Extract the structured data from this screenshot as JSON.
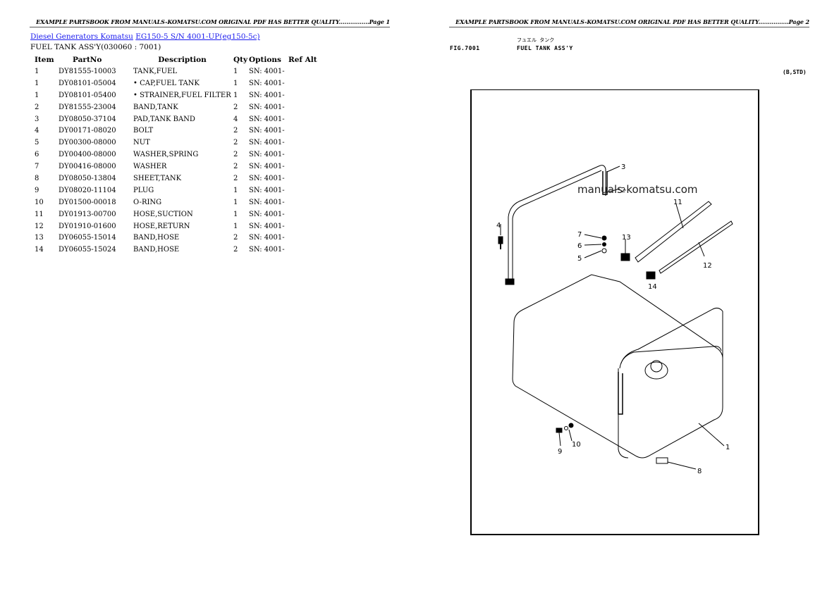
{
  "page1": {
    "header": "EXAMPLE PARTSBOOK FROM MANUALS-KOMATSU.COM ORIGINAL PDF HAS BETTER QUALITY................Page 1",
    "breadcrumb": {
      "link1": "Diesel Generators Komatsu",
      "link2": "EG150-5 S/N 4001-UP(eg150-5c)"
    },
    "subtitle": "FUEL TANK ASS'Y(030060 : 7001)",
    "table": {
      "headers": {
        "item": "Item",
        "partno": "PartNo",
        "description": "Description",
        "qty": "Qty",
        "options": "Options",
        "refalt": "Ref Alt"
      },
      "rows": [
        {
          "item": "1",
          "partno": "DY81555-10003",
          "description": "TANK,FUEL",
          "qty": "1",
          "options": "SN: 4001-"
        },
        {
          "item": "1",
          "partno": "DY08101-05004",
          "description": "• CAP,FUEL TANK",
          "qty": "1",
          "options": "SN: 4001-"
        },
        {
          "item": "1",
          "partno": "DY08101-05400",
          "description": "• STRAINER,FUEL FILTER",
          "qty": "1",
          "options": "SN: 4001-"
        },
        {
          "item": "2",
          "partno": "DY81555-23004",
          "description": "BAND,TANK",
          "qty": "2",
          "options": "SN: 4001-"
        },
        {
          "item": "3",
          "partno": "DY08050-37104",
          "description": "PAD,TANK BAND",
          "qty": "4",
          "options": "SN: 4001-"
        },
        {
          "item": "4",
          "partno": "DY00171-08020",
          "description": "BOLT",
          "qty": "2",
          "options": "SN: 4001-"
        },
        {
          "item": "5",
          "partno": "DY00300-08000",
          "description": "NUT",
          "qty": "2",
          "options": "SN: 4001-"
        },
        {
          "item": "6",
          "partno": "DY00400-08000",
          "description": "WASHER,SPRING",
          "qty": "2",
          "options": "SN: 4001-"
        },
        {
          "item": "7",
          "partno": "DY00416-08000",
          "description": "WASHER",
          "qty": "2",
          "options": "SN: 4001-"
        },
        {
          "item": "8",
          "partno": "DY08050-13804",
          "description": "SHEET,TANK",
          "qty": "2",
          "options": "SN: 4001-"
        },
        {
          "item": "9",
          "partno": "DY08020-11104",
          "description": "PLUG",
          "qty": "1",
          "options": "SN: 4001-"
        },
        {
          "item": "10",
          "partno": "DY01500-00018",
          "description": "O-RING",
          "qty": "1",
          "options": "SN: 4001-"
        },
        {
          "item": "11",
          "partno": "DY01913-00700",
          "description": "HOSE,SUCTION",
          "qty": "1",
          "options": "SN: 4001-"
        },
        {
          "item": "12",
          "partno": "DY01910-01600",
          "description": "HOSE,RETURN",
          "qty": "1",
          "options": "SN: 4001-"
        },
        {
          "item": "13",
          "partno": "DY06055-15014",
          "description": "BAND,HOSE",
          "qty": "2",
          "options": "SN: 4001-"
        },
        {
          "item": "14",
          "partno": "DY06055-15024",
          "description": "BAND,HOSE",
          "qty": "2",
          "options": "SN: 4001-"
        }
      ]
    }
  },
  "page2": {
    "header": "EXAMPLE PARTSBOOK FROM MANUALS-KOMATSU.COM ORIGINAL PDF HAS BETTER QUALITY................Page 2",
    "figure": {
      "japanese_title": "フュエル タンク",
      "number": "FIG.7001",
      "title": "FUEL TANK ASS'Y",
      "variant": "(B,STD)"
    },
    "watermark": "manuals-komatsu.com",
    "callouts": [
      "1",
      "2",
      "3",
      "4",
      "5",
      "6",
      "7",
      "8",
      "9",
      "10",
      "11",
      "12",
      "13",
      "14"
    ]
  },
  "colors": {
    "link": "#1a1aee",
    "text": "#000000",
    "background": "#ffffff"
  }
}
